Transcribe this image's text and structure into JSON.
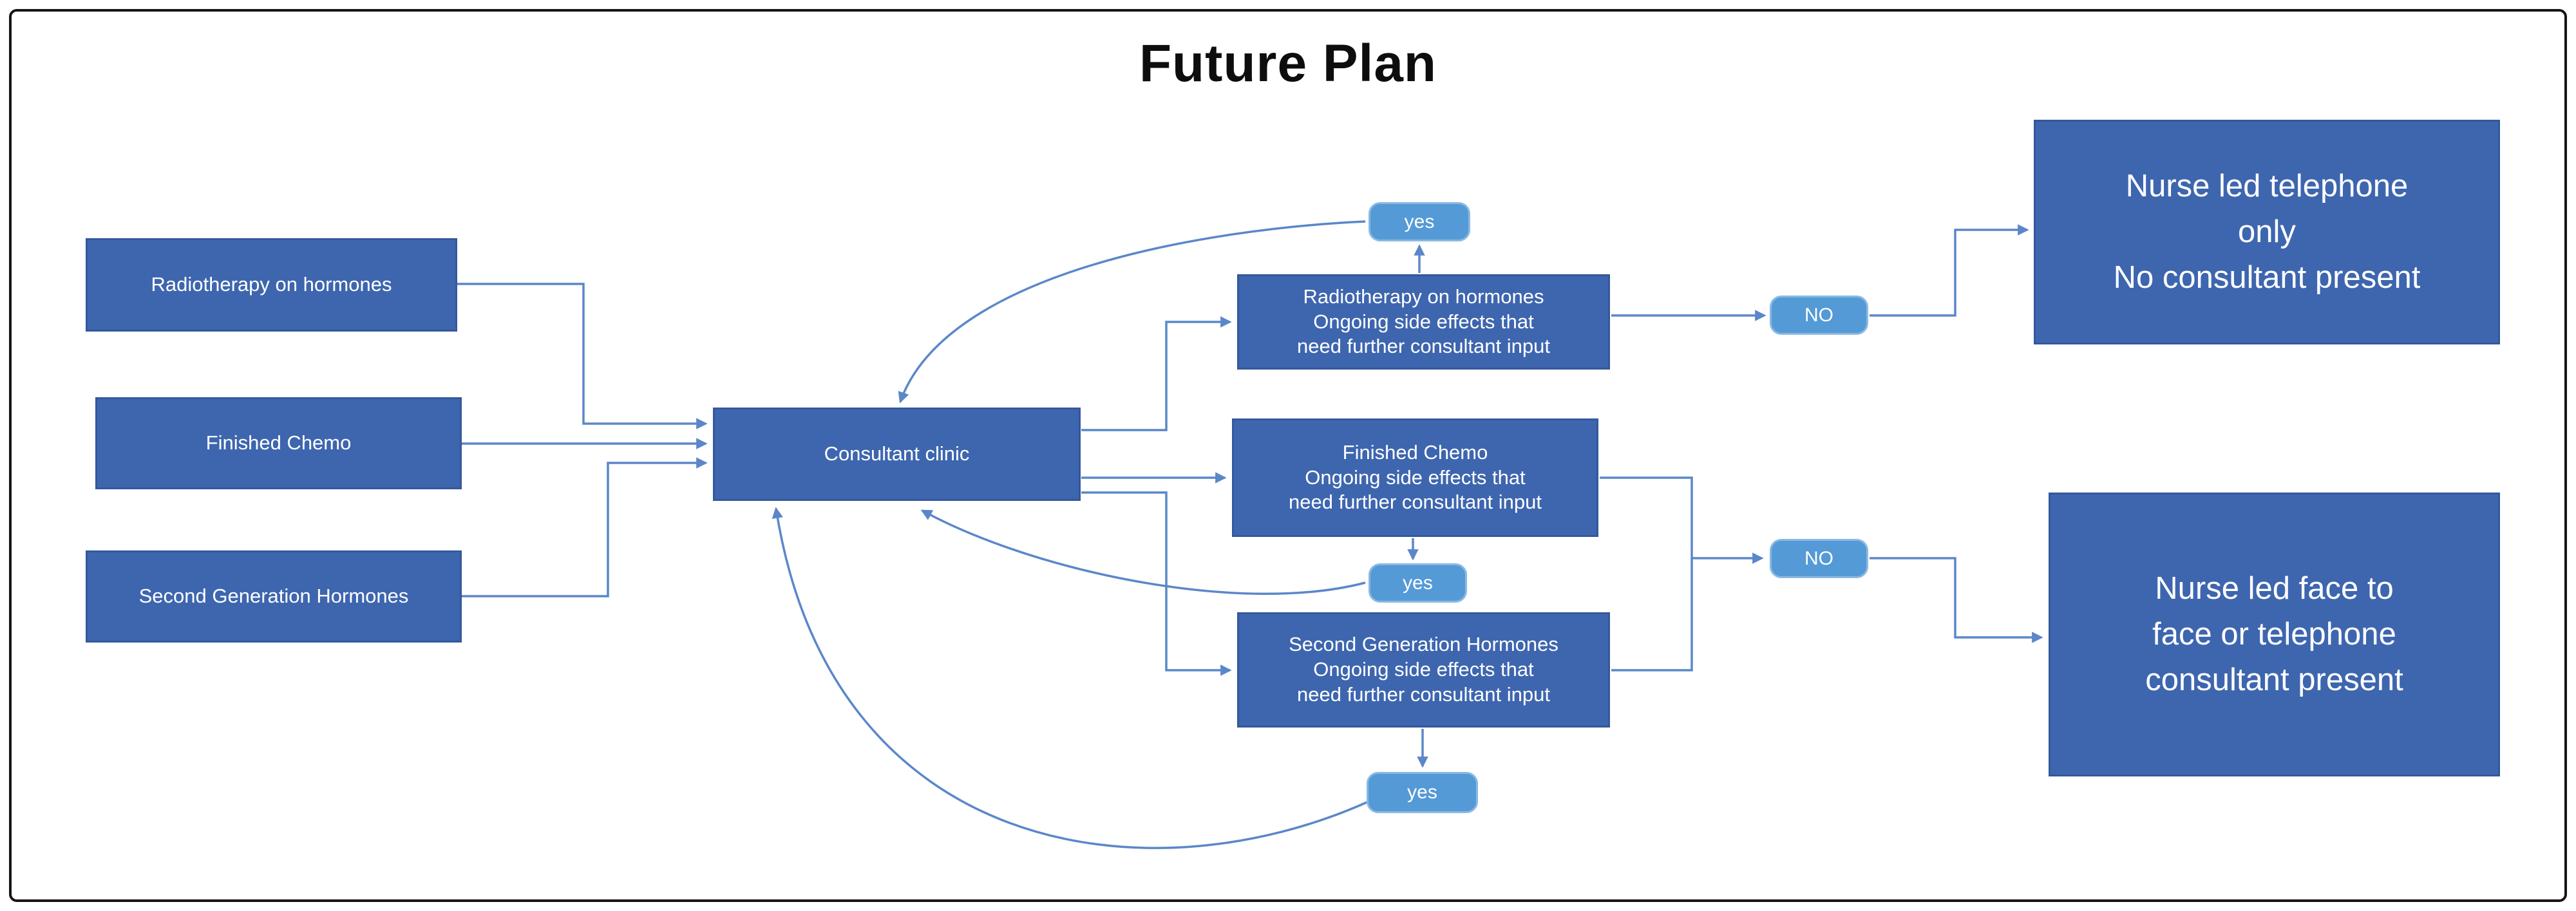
{
  "title": "Future Plan",
  "colors": {
    "node": "#3e66af",
    "nodeBorder": "#33589c",
    "badge": "#549ad6",
    "badgeBorder": "#8ab9e2",
    "connector": "#5b87c9",
    "title": "#0d0d0d"
  },
  "nodes": {
    "left1": {
      "label": "Radiotherapy on hormones"
    },
    "left2": {
      "label": "Finished Chemo"
    },
    "left3": {
      "label": "Second Generation Hormones"
    },
    "clinic": {
      "label": "Consultant clinic"
    },
    "mid1": {
      "label": "Radiotherapy on hormones\nOngoing side effects that\nneed further consultant input"
    },
    "mid2": {
      "label": "Finished Chemo\nOngoing side effects that\nneed further consultant input"
    },
    "mid3": {
      "label": "Second Generation Hormones\nOngoing side effects that\nneed further consultant input"
    },
    "right1": {
      "label": "Nurse led telephone\nonly\nNo consultant present"
    },
    "right2": {
      "label": "Nurse led face to\nface or telephone\nconsultant present"
    }
  },
  "badges": {
    "yes1": "yes",
    "yes2": "yes",
    "yes3": "yes",
    "no1": "NO",
    "no2": "NO"
  }
}
